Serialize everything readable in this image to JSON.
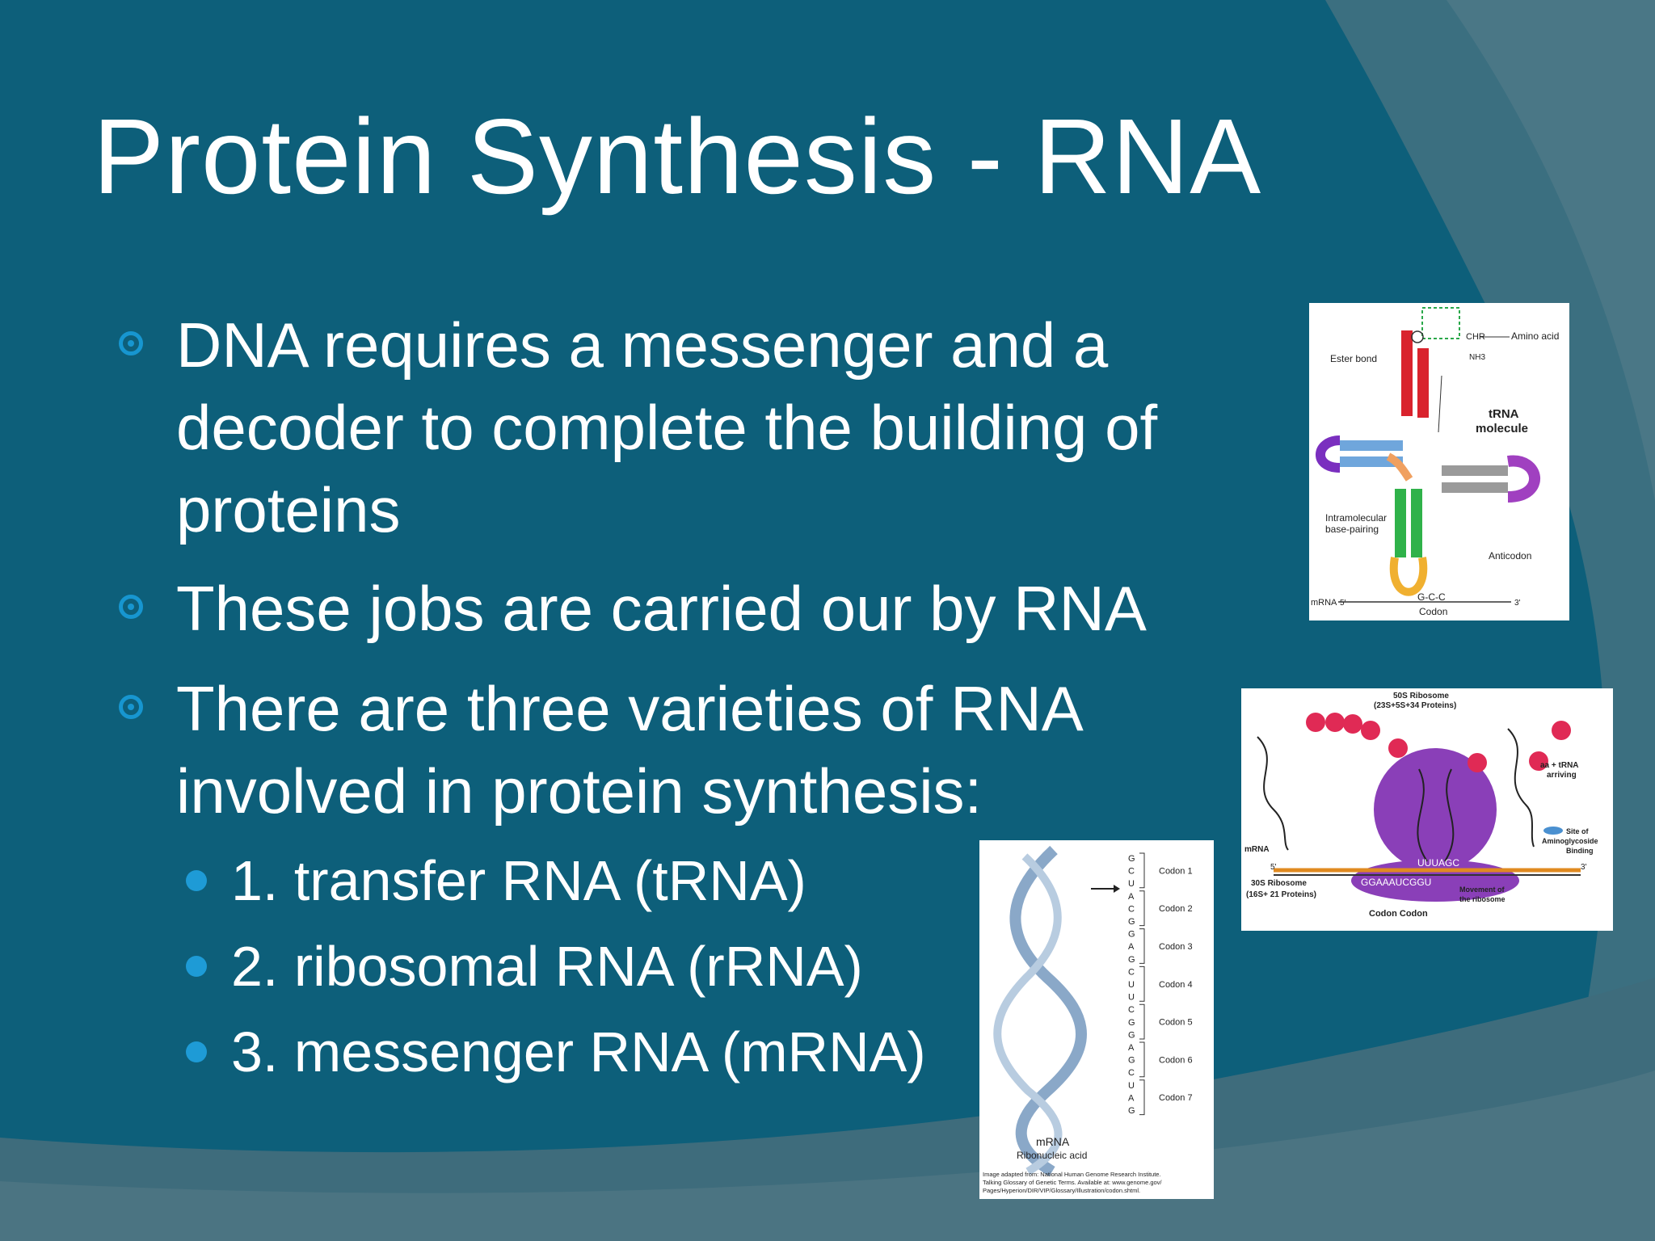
{
  "slide": {
    "title": "Protein Synthesis - RNA",
    "bullets": [
      {
        "lines": [
          "DNA requires a messenger and a",
          "decoder to complete the building of",
          "proteins"
        ]
      },
      {
        "lines": [
          "These jobs are carried our by RNA"
        ]
      },
      {
        "lines": [
          "There are three varieties of RNA",
          "involved in protein synthesis:"
        ]
      }
    ],
    "subbullets": [
      "1. transfer RNA (tRNA)",
      "2. ribosomal RNA (rRNA)",
      "3. messenger RNA (mRNA)"
    ]
  },
  "trna_diagram": {
    "amino_acid": "Amino acid",
    "ester_bond": "Ester bond",
    "chr": "CHR",
    "nh3": "NH3",
    "molecule_line1": "tRNA",
    "molecule_line2": "molecule",
    "intramolecular_line1": "Intramolecular",
    "intramolecular_line2": "base-pairing",
    "anticodon": "Anticodon",
    "mrna": "mRNA",
    "gcc": "G-C-C",
    "codon": "Codon",
    "five_prime": "5'",
    "three_prime": "3'"
  },
  "ribosome_diagram": {
    "large_subunit_line1": "50S Ribosome",
    "large_subunit_line2": "(23S+5S+34 Proteins)",
    "small_subunit_line1": "30S Ribosome",
    "small_subunit_line2": "(16S+ 21 Proteins)",
    "trna_arriving_line1": "aa + tRNA",
    "trna_arriving_line2": "arriving",
    "site_line1": "Site of",
    "site_line2": "Aminoglycoside",
    "site_line3": "Binding",
    "mrna": "mRNA",
    "sequence_top": "UUUAGC",
    "sequence_bottom": "GGAAAUCGGU",
    "codon_codon": "Codon Codon",
    "movement_line1": "Movement of",
    "movement_line2": "the ribosome",
    "five_prime": "5'",
    "three_prime": "3'"
  },
  "mrna_diagram": {
    "sequence": "GCUACGGAGCUUCGGAGCUAG",
    "codons": [
      "Codon 1",
      "Codon 2",
      "Codon 3",
      "Codon 4",
      "Codon 5",
      "Codon 6",
      "Codon 7"
    ],
    "label_line1": "mRNA",
    "label_line2": "Ribonucleic acid",
    "credit_line1": "Image adapted from: National Human Genome Research Institute.",
    "credit_line2": "Talking Glossary of Genetic Terms. Available at: www.genome.gov/",
    "credit_line3": "Pages/Hyperion/DIR/VIP/Glossary/Illustration/codon.shtml."
  },
  "colors": {
    "background": "#0d5f7a",
    "title": "#ffffff",
    "bullet": "#1796d0"
  }
}
